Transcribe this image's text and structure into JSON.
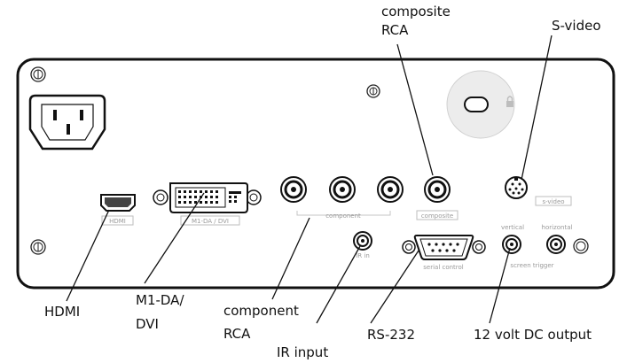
{
  "callouts": {
    "composite_rca_line1": "composite",
    "composite_rca_line2": "RCA",
    "s_video": "S-video",
    "hdmi": "HDMI",
    "m1_da_dvi_line1": "M1-DA/",
    "m1_da_dvi_line2": "DVI",
    "component_rca_line1": "component",
    "component_rca_line2": "RCA",
    "ir_input": "IR input",
    "rs232": "RS-232",
    "dc_output": "12 volt DC output"
  },
  "panel_labels": {
    "hdmi": "HDMI",
    "m1_da_dvi": "M1-DA / DVI",
    "component": "component",
    "composite": "composite",
    "s_video": "s-video",
    "ir_in": "IR in",
    "serial_control": "serial control",
    "vertical": "vertical",
    "horizontal": "horizontal",
    "screen_trigger": "screen trigger"
  },
  "icons": [
    "power-inlet-icon",
    "screw-icon",
    "lock-icon",
    "hdmi-port-icon",
    "dvi-port-icon",
    "rca-jack-icon",
    "s-video-port-icon",
    "db9-serial-port-icon",
    "ir-jack-icon",
    "trigger-jack-icon"
  ]
}
